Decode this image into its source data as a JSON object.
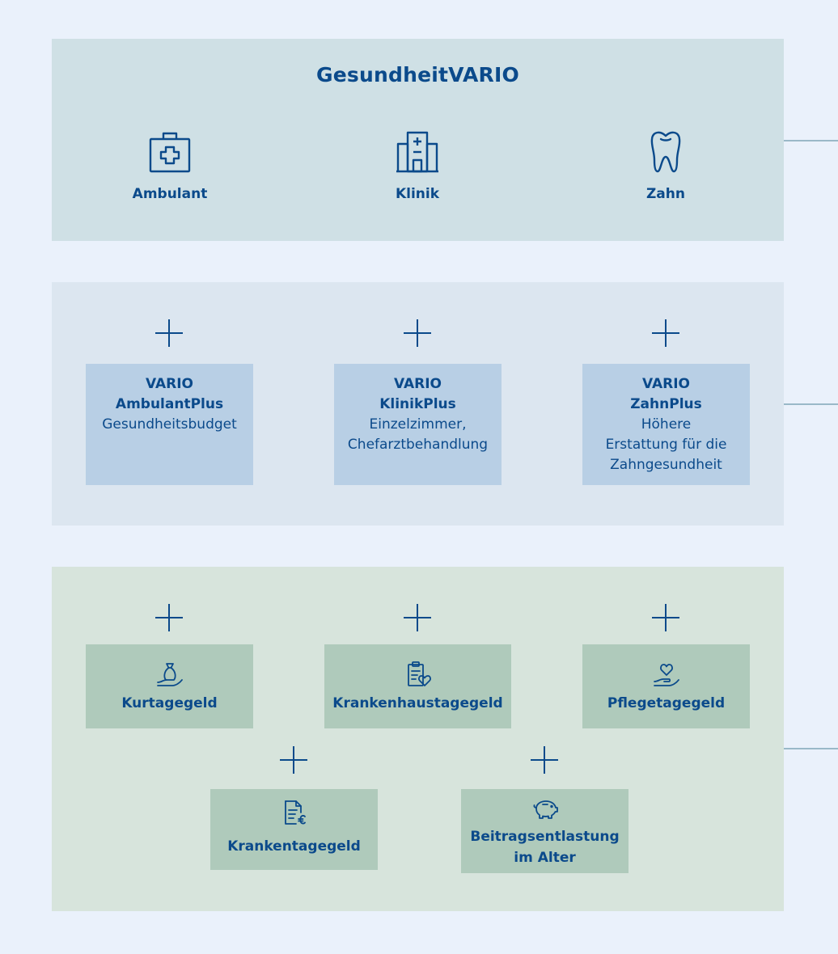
{
  "main_plan": {
    "title": "GesundheitVARIO",
    "coverages": [
      {
        "label": "Ambulant",
        "icon": "first-aid-kit-icon"
      },
      {
        "label": "Klinik",
        "icon": "hospital-building-icon"
      },
      {
        "label": "Zahn",
        "icon": "tooth-icon"
      }
    ]
  },
  "addons": [
    {
      "line1": "VARIO",
      "line2": "AmbulantPlus",
      "desc": [
        "Gesundheitsbudget"
      ]
    },
    {
      "line1": "VARIO",
      "line2": "KlinikPlus",
      "desc": [
        "Einzelzimmer,",
        "Chefarztbehandlung"
      ]
    },
    {
      "line1": "VARIO",
      "line2": "ZahnPlus",
      "desc": [
        "Höhere",
        "Erstattung für die",
        "Zahngesundheit"
      ]
    }
  ],
  "daily_benefits": [
    {
      "label": [
        "Kurtagegeld"
      ],
      "icon": "money-bag-hand-icon"
    },
    {
      "label": [
        "Krankenhaustagegeld"
      ],
      "icon": "clipboard-heart-icon"
    },
    {
      "label": [
        "Pflegetagegeld"
      ],
      "icon": "heart-hand-icon"
    },
    {
      "label": [
        "Krankentagegeld"
      ],
      "icon": "euro-document-icon"
    },
    {
      "label": [
        "Beitragsentlastung",
        "im Alter"
      ],
      "icon": "piggy-bank-icon"
    }
  ],
  "colors": {
    "primary": "#0b4a8b",
    "background": "#eaf1fb",
    "panel_main": "#cfe0e5",
    "panel_addons": "#dce6f0",
    "panel_benefits": "#d7e4dc",
    "addon_box": "#b8cfe5",
    "benefit_box": "#afcabb"
  }
}
